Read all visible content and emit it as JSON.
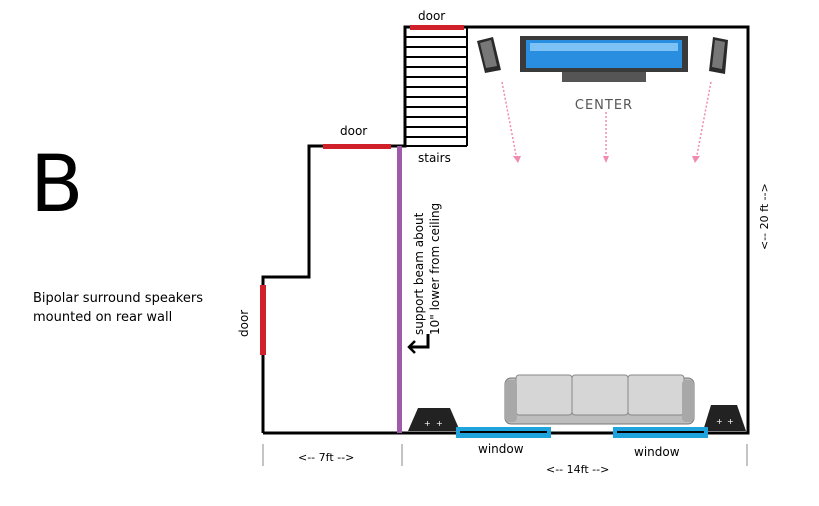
{
  "plan_letter": "B",
  "surround_note": [
    "Bipolar surround speakers",
    "mounted on rear wall"
  ],
  "labels": {
    "door_top": "door",
    "door_mid": "door",
    "door_side": "door",
    "stairs": "stairs",
    "center": "CENTER",
    "beam_line1": "support beam about",
    "beam_line2": "10\" lower from ceiling",
    "window_left": "window",
    "window_right": "window"
  },
  "dimensions": {
    "left_width": "<-- 7ft -->",
    "right_width": "<-- 14ft -->",
    "depth": "<-- 20 ft -->"
  },
  "colors": {
    "wall": "#000000",
    "door": "#d0202a",
    "beam": "#a05aaa",
    "window": "#1fa3dc",
    "sound_line": "#f08ab0",
    "tv_screen": "#2a8ee0"
  },
  "icons": {
    "speaker": "speaker-icon",
    "tv": "tv-icon",
    "sofa": "sofa-icon",
    "arrow": "return-arrow-icon"
  }
}
